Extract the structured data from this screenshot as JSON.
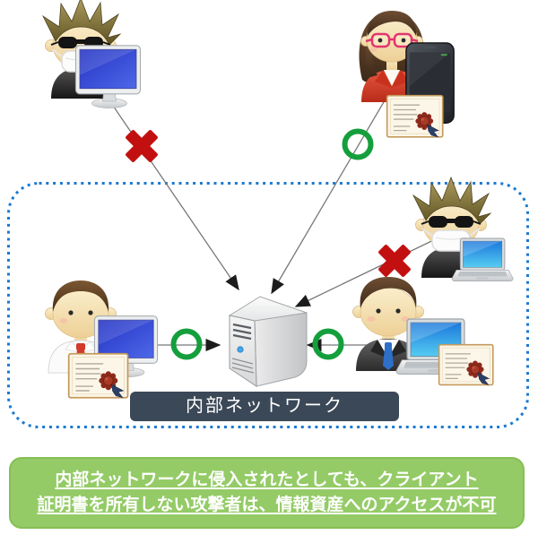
{
  "network": {
    "label": "内部ネットワーク"
  },
  "caption": {
    "line1": "内部ネットワークに侵入されたとしても、クライアント",
    "line2": "証明書を所有しない攻撃者は、情報資産へのアクセスが不可"
  },
  "actors": {
    "outside_attacker": "attacker-with-monitor",
    "outside_user": "woman-with-smartphone-and-client-certificate",
    "inside_attacker": "attacker-with-laptop",
    "inside_employee_left": "employee-with-monitor-and-client-certificate",
    "inside_employee_right": "employee-with-laptop-and-client-certificate",
    "center": "internal-server"
  },
  "connections": [
    {
      "from": "outside-attacker",
      "to": "server",
      "status": "blocked"
    },
    {
      "from": "outside-user",
      "to": "server",
      "status": "allowed"
    },
    {
      "from": "inside-attacker",
      "to": "server",
      "status": "blocked"
    },
    {
      "from": "inside-employee-left",
      "to": "server",
      "status": "allowed"
    },
    {
      "from": "inside-employee-right",
      "to": "server",
      "status": "allowed"
    }
  ],
  "colors": {
    "allowed": "#149F3C",
    "blocked": "#C21010",
    "network_border": "#1B79D4",
    "network_label_bg": "#3B4858",
    "caption_bg": "#94CB66",
    "caption_text": "#FFFFFF"
  }
}
